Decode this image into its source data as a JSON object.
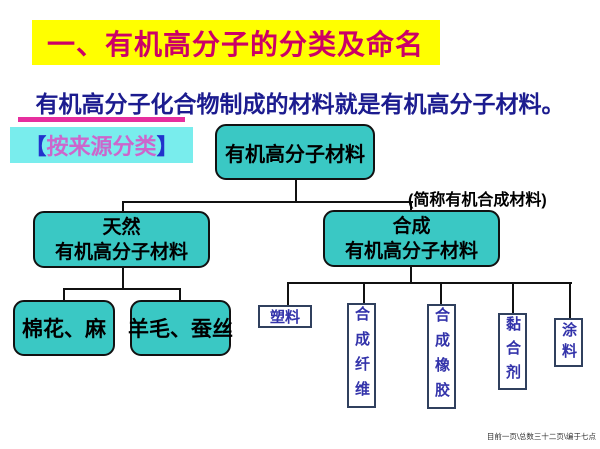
{
  "title": {
    "text": "一、有机高分子的分类及命名",
    "bg": "#ffff00",
    "color": "#cc0066"
  },
  "subtitle": {
    "text": "有机高分子化合物制成的材料就是有机高分子材料。",
    "color": "#1c1c8f"
  },
  "classification_label": {
    "bracket_open": "【",
    "text": "按来源分类",
    "bracket_close": "】",
    "bg": "#79eded",
    "text_color": "#cc66cc",
    "bracket_color": "#2233cc"
  },
  "flowchart": {
    "root": {
      "label": "有机高分子材料"
    },
    "note": "(简称有机合成材料)",
    "colors": {
      "node_fill": "#3ac8c4",
      "node_border": "#111111",
      "leaf_border": "#30405e",
      "leaf_text": "#3333aa"
    },
    "branches": [
      {
        "line1": "天然",
        "line2": "有机高分子材料",
        "children": [
          "棉花、麻",
          "羊毛、蚕丝"
        ]
      },
      {
        "line1": "合成",
        "line2": "有机高分子材料",
        "children": [
          "塑料",
          "合成纤维",
          "合成橡胶",
          "黏合剂",
          "涂料"
        ]
      }
    ]
  },
  "footer": {
    "text": "目前一页\\总数三十二页\\编于七点"
  }
}
